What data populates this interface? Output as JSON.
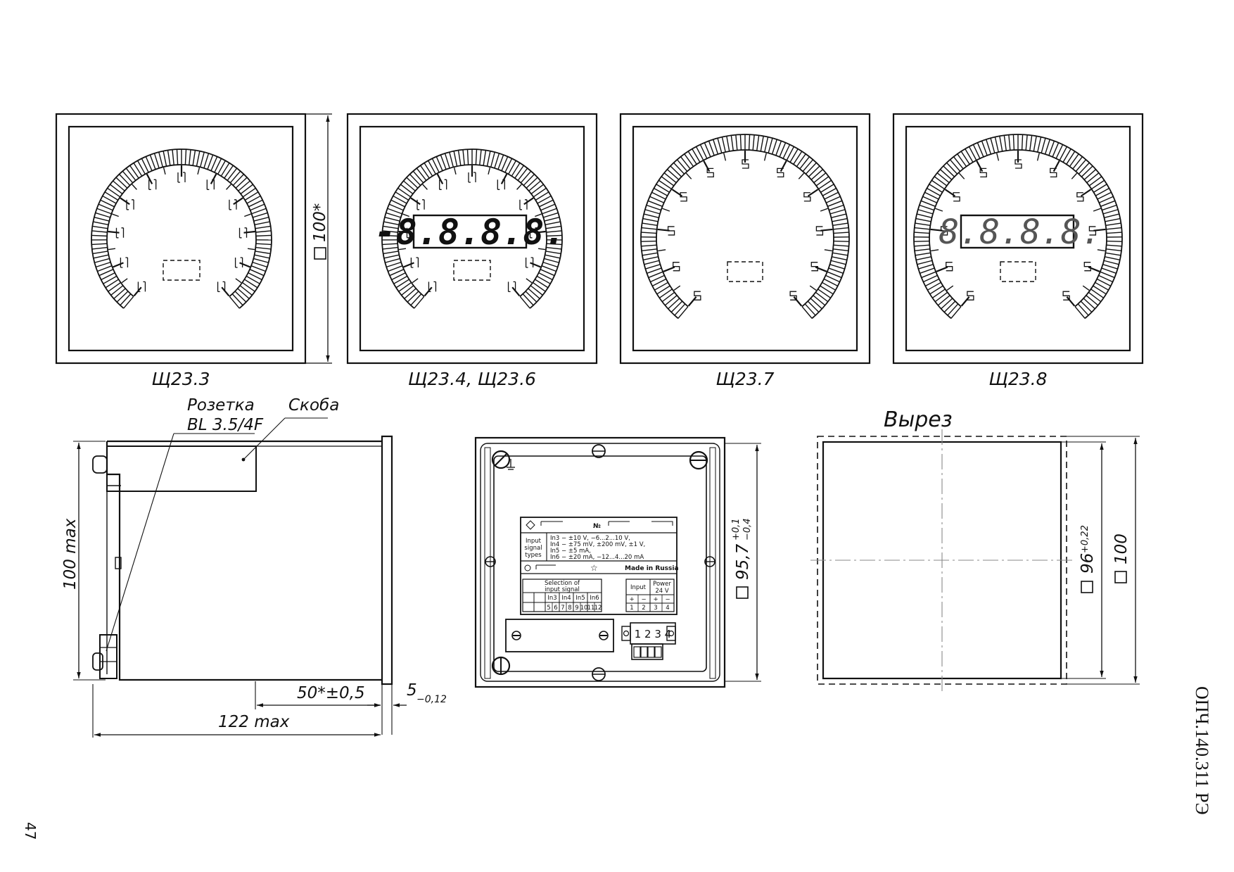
{
  "front_views": [
    {
      "id": "v1",
      "label": "Щ23.3",
      "display": ""
    },
    {
      "id": "v2",
      "label": "Щ23.4, Щ23.6",
      "display": "-8.8.8.8."
    },
    {
      "id": "v3",
      "label": "Щ23.7",
      "display": ""
    },
    {
      "id": "v4",
      "label": "Щ23.8",
      "display": "8.8.8.8."
    }
  ],
  "front_dimension": "100*",
  "side_view": {
    "socket_label_1": "Розетка",
    "socket_label_2": "BL 3.5/4F",
    "bracket_label": "Скоба",
    "height_dim": "100 max",
    "depth_dim": "50*±0,5",
    "flange_dim": "5",
    "flange_tol": "−0,12",
    "total_dim": "122 max"
  },
  "rear_view": {
    "height_dim": "95,7",
    "tol_upper": "+0,1",
    "tol_lower": "−0,4",
    "plate": {
      "no_label": "№",
      "input_label_1": "Input",
      "input_label_2": "signal",
      "input_label_3": "types",
      "types": [
        "In3 − ±10 V, −6...2...10 V,",
        "In4 − ±75 mV, ±200 mV, ±1 V,",
        "In5 − ±5 mA,",
        "In6 − ±20 mA, −12...4...20 mA"
      ],
      "made_in": "Made in Russia",
      "selection_title_1": "Selection of",
      "selection_title_2": "input signal",
      "selection_heads": [
        "In3",
        "In4",
        "In5",
        "In6"
      ],
      "selection_pins": [
        "5",
        "6",
        "7",
        "8",
        "9",
        "10",
        "11",
        "12"
      ],
      "input_head": "Input",
      "power_head_1": "Power",
      "power_head_2": "24 V",
      "polarity": [
        "+",
        "−",
        "+",
        "−"
      ],
      "terminal_pins": [
        "1",
        "2",
        "3",
        "4"
      ]
    },
    "connector_digits": "1 2 3 4"
  },
  "cutout": {
    "title": "Вырез",
    "inner_dim": "96",
    "inner_tol": "+0,22",
    "outer_dim": "100"
  },
  "page_number": "47",
  "doc_number": "ОПЧ.140.311 РЭ"
}
